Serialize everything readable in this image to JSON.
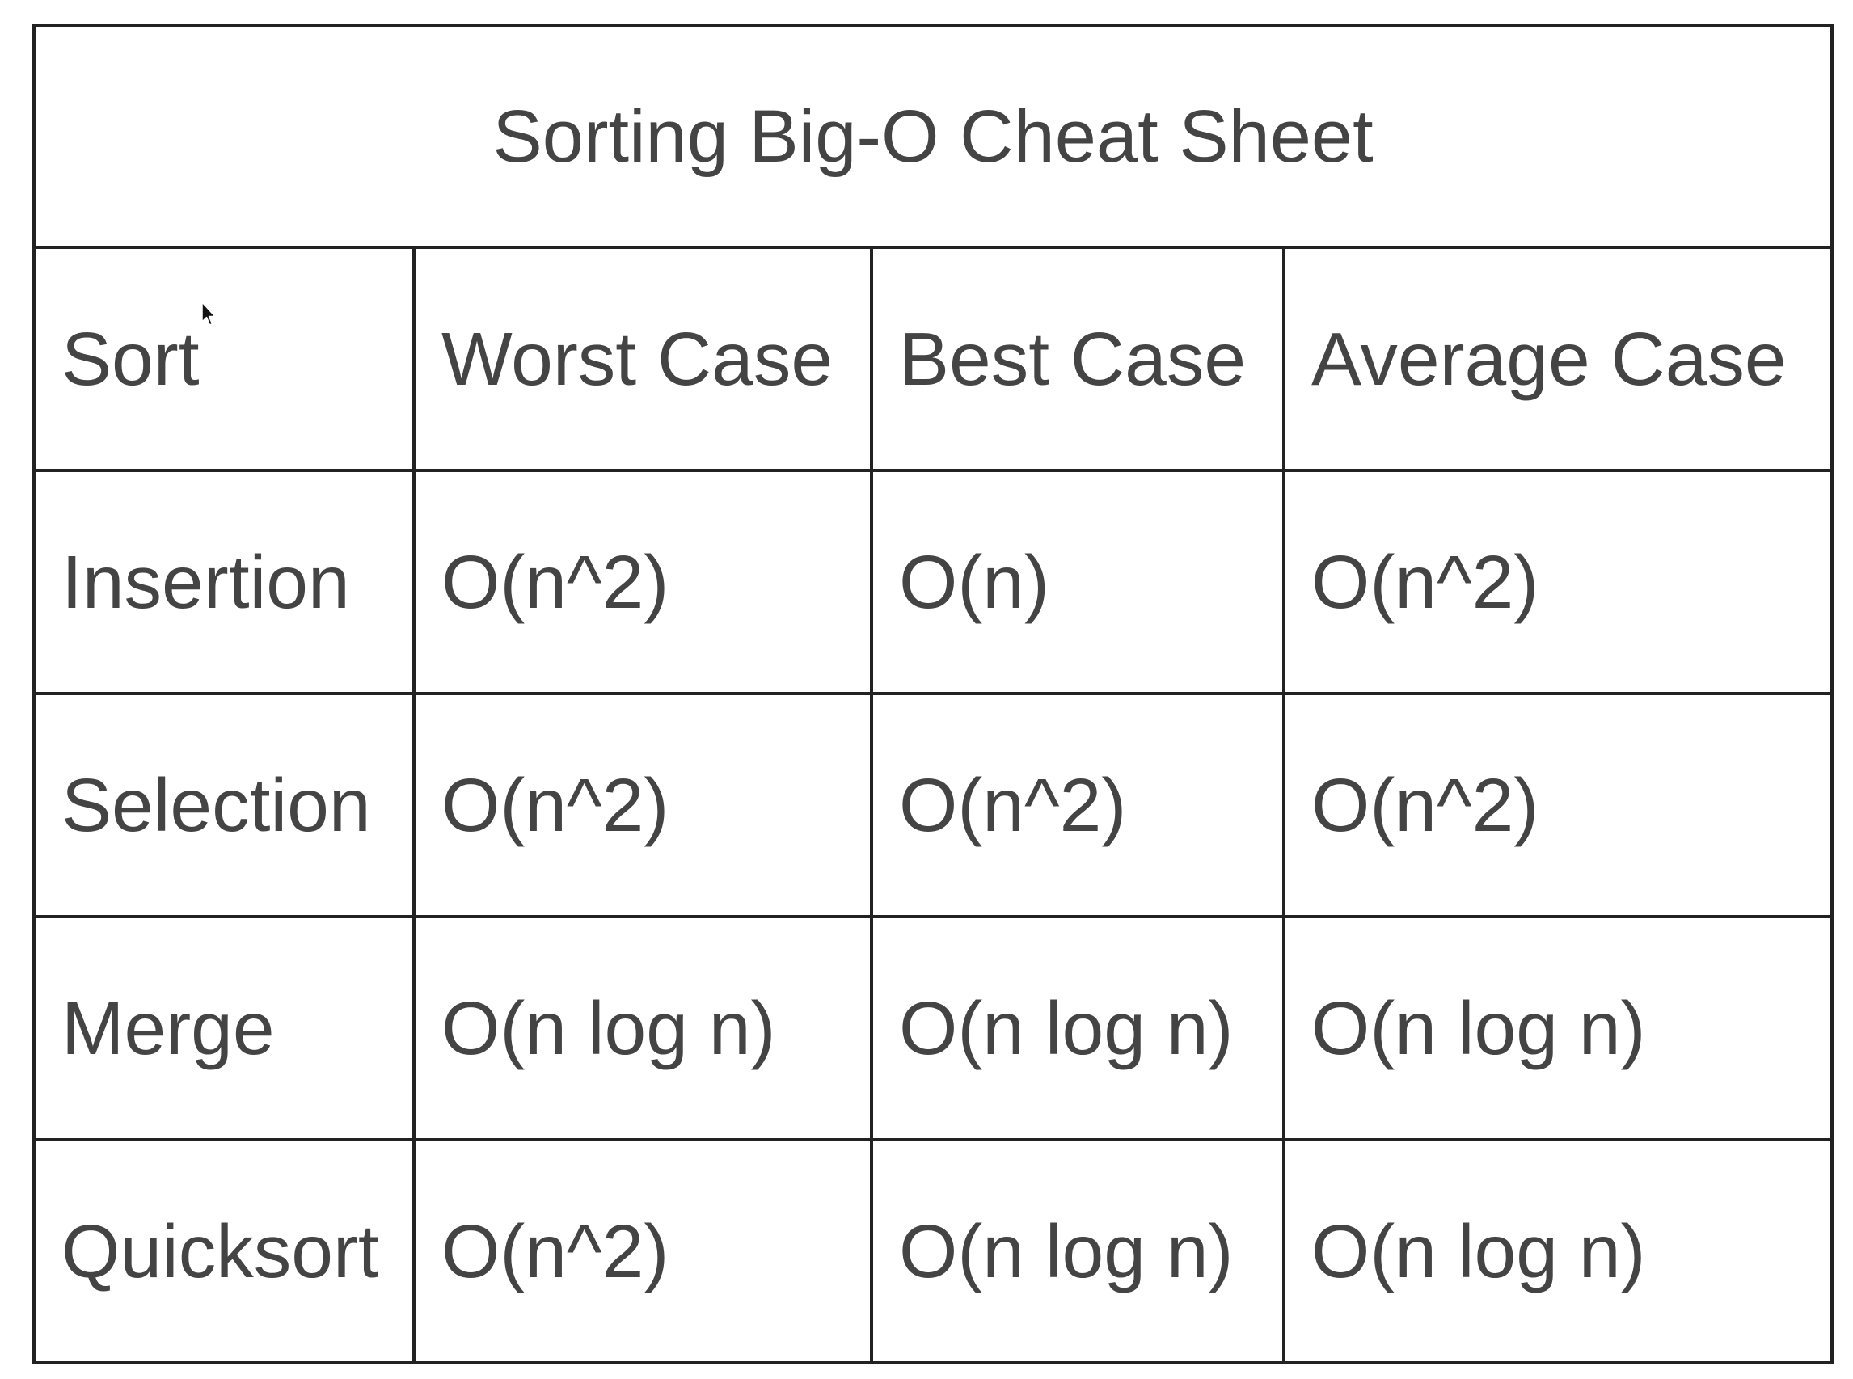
{
  "title": "Sorting Big-O Cheat Sheet",
  "headers": [
    "Sort",
    "Worst Case",
    "Best Case",
    "Average Case"
  ],
  "rows": [
    {
      "sort": "Insertion",
      "worst": "O(n^2)",
      "best": "O(n)",
      "average": "O(n^2)"
    },
    {
      "sort": "Selection",
      "worst": "O(n^2)",
      "best": "O(n^2)",
      "average": "O(n^2)"
    },
    {
      "sort": "Merge",
      "worst": "O(n log n)",
      "best": "O(n log n)",
      "average": "O(n log n)"
    },
    {
      "sort": "Quicksort",
      "worst": "O(n^2)",
      "best": "O(n log n)",
      "average": "O(n log n)"
    }
  ],
  "cursor": {
    "icon": "mouse-pointer-icon"
  }
}
